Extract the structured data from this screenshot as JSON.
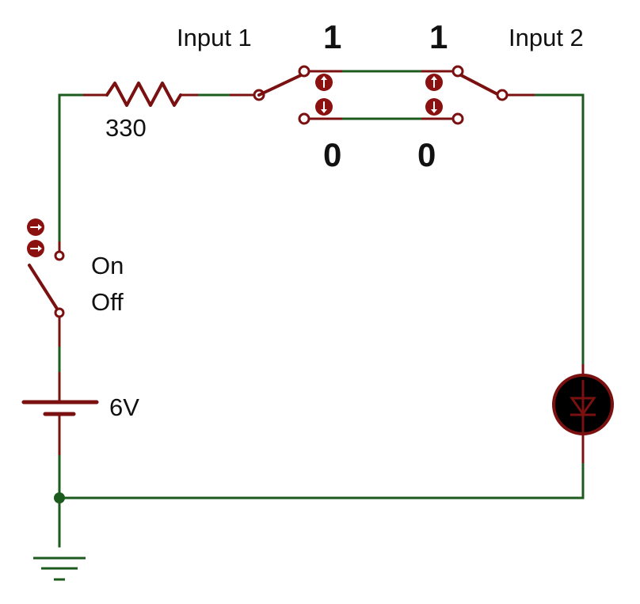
{
  "labels": {
    "input1": "Input 1",
    "input2": "Input 2",
    "sw1_high": "1",
    "sw1_low": "0",
    "sw2_high": "1",
    "sw2_low": "0",
    "resistor": "330",
    "switch_on": "On",
    "switch_off": "Off",
    "battery": "6V"
  },
  "colors": {
    "wire": "#1d5a1d",
    "component": "#7a1010",
    "led_body": "#000000",
    "background": "#ffffff"
  },
  "components": {
    "resistor": "resistor",
    "power_switch": "spst-switch",
    "input1_switch": "spdt-switch",
    "input2_switch": "spdt-switch",
    "battery": "battery",
    "led": "led",
    "ground": "ground"
  }
}
